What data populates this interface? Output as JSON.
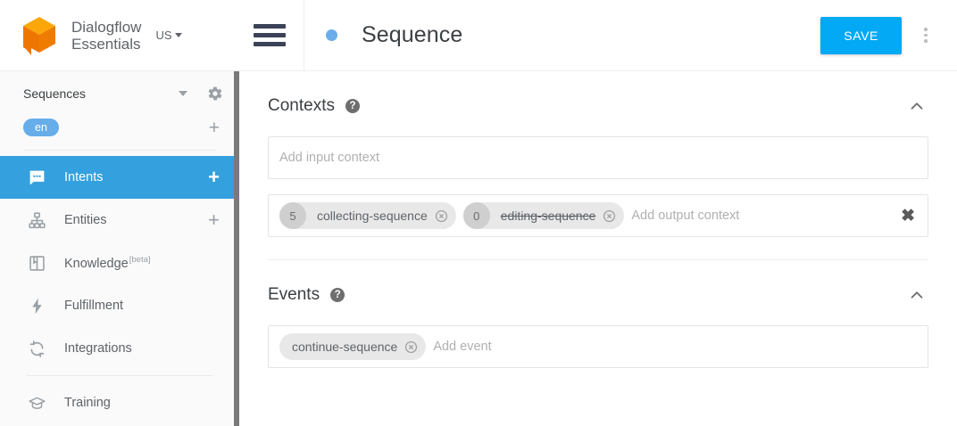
{
  "brand": {
    "logo_icon": "dialogflow-cube-logo",
    "name_line1": "Dialogflow",
    "name_line2": "Essentials",
    "region": "US",
    "region_caret_icon": "caret-down-icon",
    "logo_color": "#ef7c00"
  },
  "sidebar": {
    "agent": {
      "name": "Sequences",
      "caret_icon": "caret-down-icon",
      "settings_icon": "gear-icon"
    },
    "language": {
      "chip": "en",
      "add_icon": "plus-icon",
      "chip_color": "#66adea"
    },
    "items": [
      {
        "label": "Intents",
        "icon": "chat-bubble-icon",
        "action_icon": "plus-icon",
        "active": true
      },
      {
        "label": "Entities",
        "icon": "hierarchy-icon",
        "action_icon": "plus-icon",
        "active": false
      },
      {
        "label": "Knowledge",
        "icon": "book-icon",
        "badge": "[beta]",
        "active": false
      },
      {
        "label": "Fulfillment",
        "icon": "lightning-bolt-icon",
        "active": false
      },
      {
        "label": "Integrations",
        "icon": "sync-arrows-icon",
        "active": false
      },
      {
        "label": "Training",
        "icon": "graduation-cap-icon",
        "active": false
      }
    ],
    "active_color": "#34a0dd",
    "scrollbar_color": "#7a7a7a"
  },
  "header": {
    "menu_icon": "hamburger-menu-icon",
    "status_dot_icon": "status-dot-icon",
    "title": "Sequence",
    "save_label": "SAVE",
    "save_color": "#03a9f4",
    "overflow_icon": "kebab-menu-icon"
  },
  "contexts": {
    "title": "Contexts",
    "help_icon": "help-circle-icon",
    "collapse_icon": "chevron-up-icon",
    "input_placeholder": "Add input context",
    "output_placeholder": "Add output context",
    "clear_icon": "close-bold-icon",
    "output_chips": [
      {
        "count": "5",
        "name": "collecting-sequence",
        "struck": false,
        "remove_icon": "chip-remove-icon"
      },
      {
        "count": "0",
        "name": "editing-sequence",
        "struck": true,
        "remove_icon": "chip-remove-icon"
      }
    ]
  },
  "events": {
    "title": "Events",
    "help_icon": "help-circle-icon",
    "collapse_icon": "chevron-up-icon",
    "placeholder": "Add event",
    "chips": [
      {
        "name": "continue-sequence",
        "remove_icon": "chip-remove-icon"
      }
    ]
  }
}
